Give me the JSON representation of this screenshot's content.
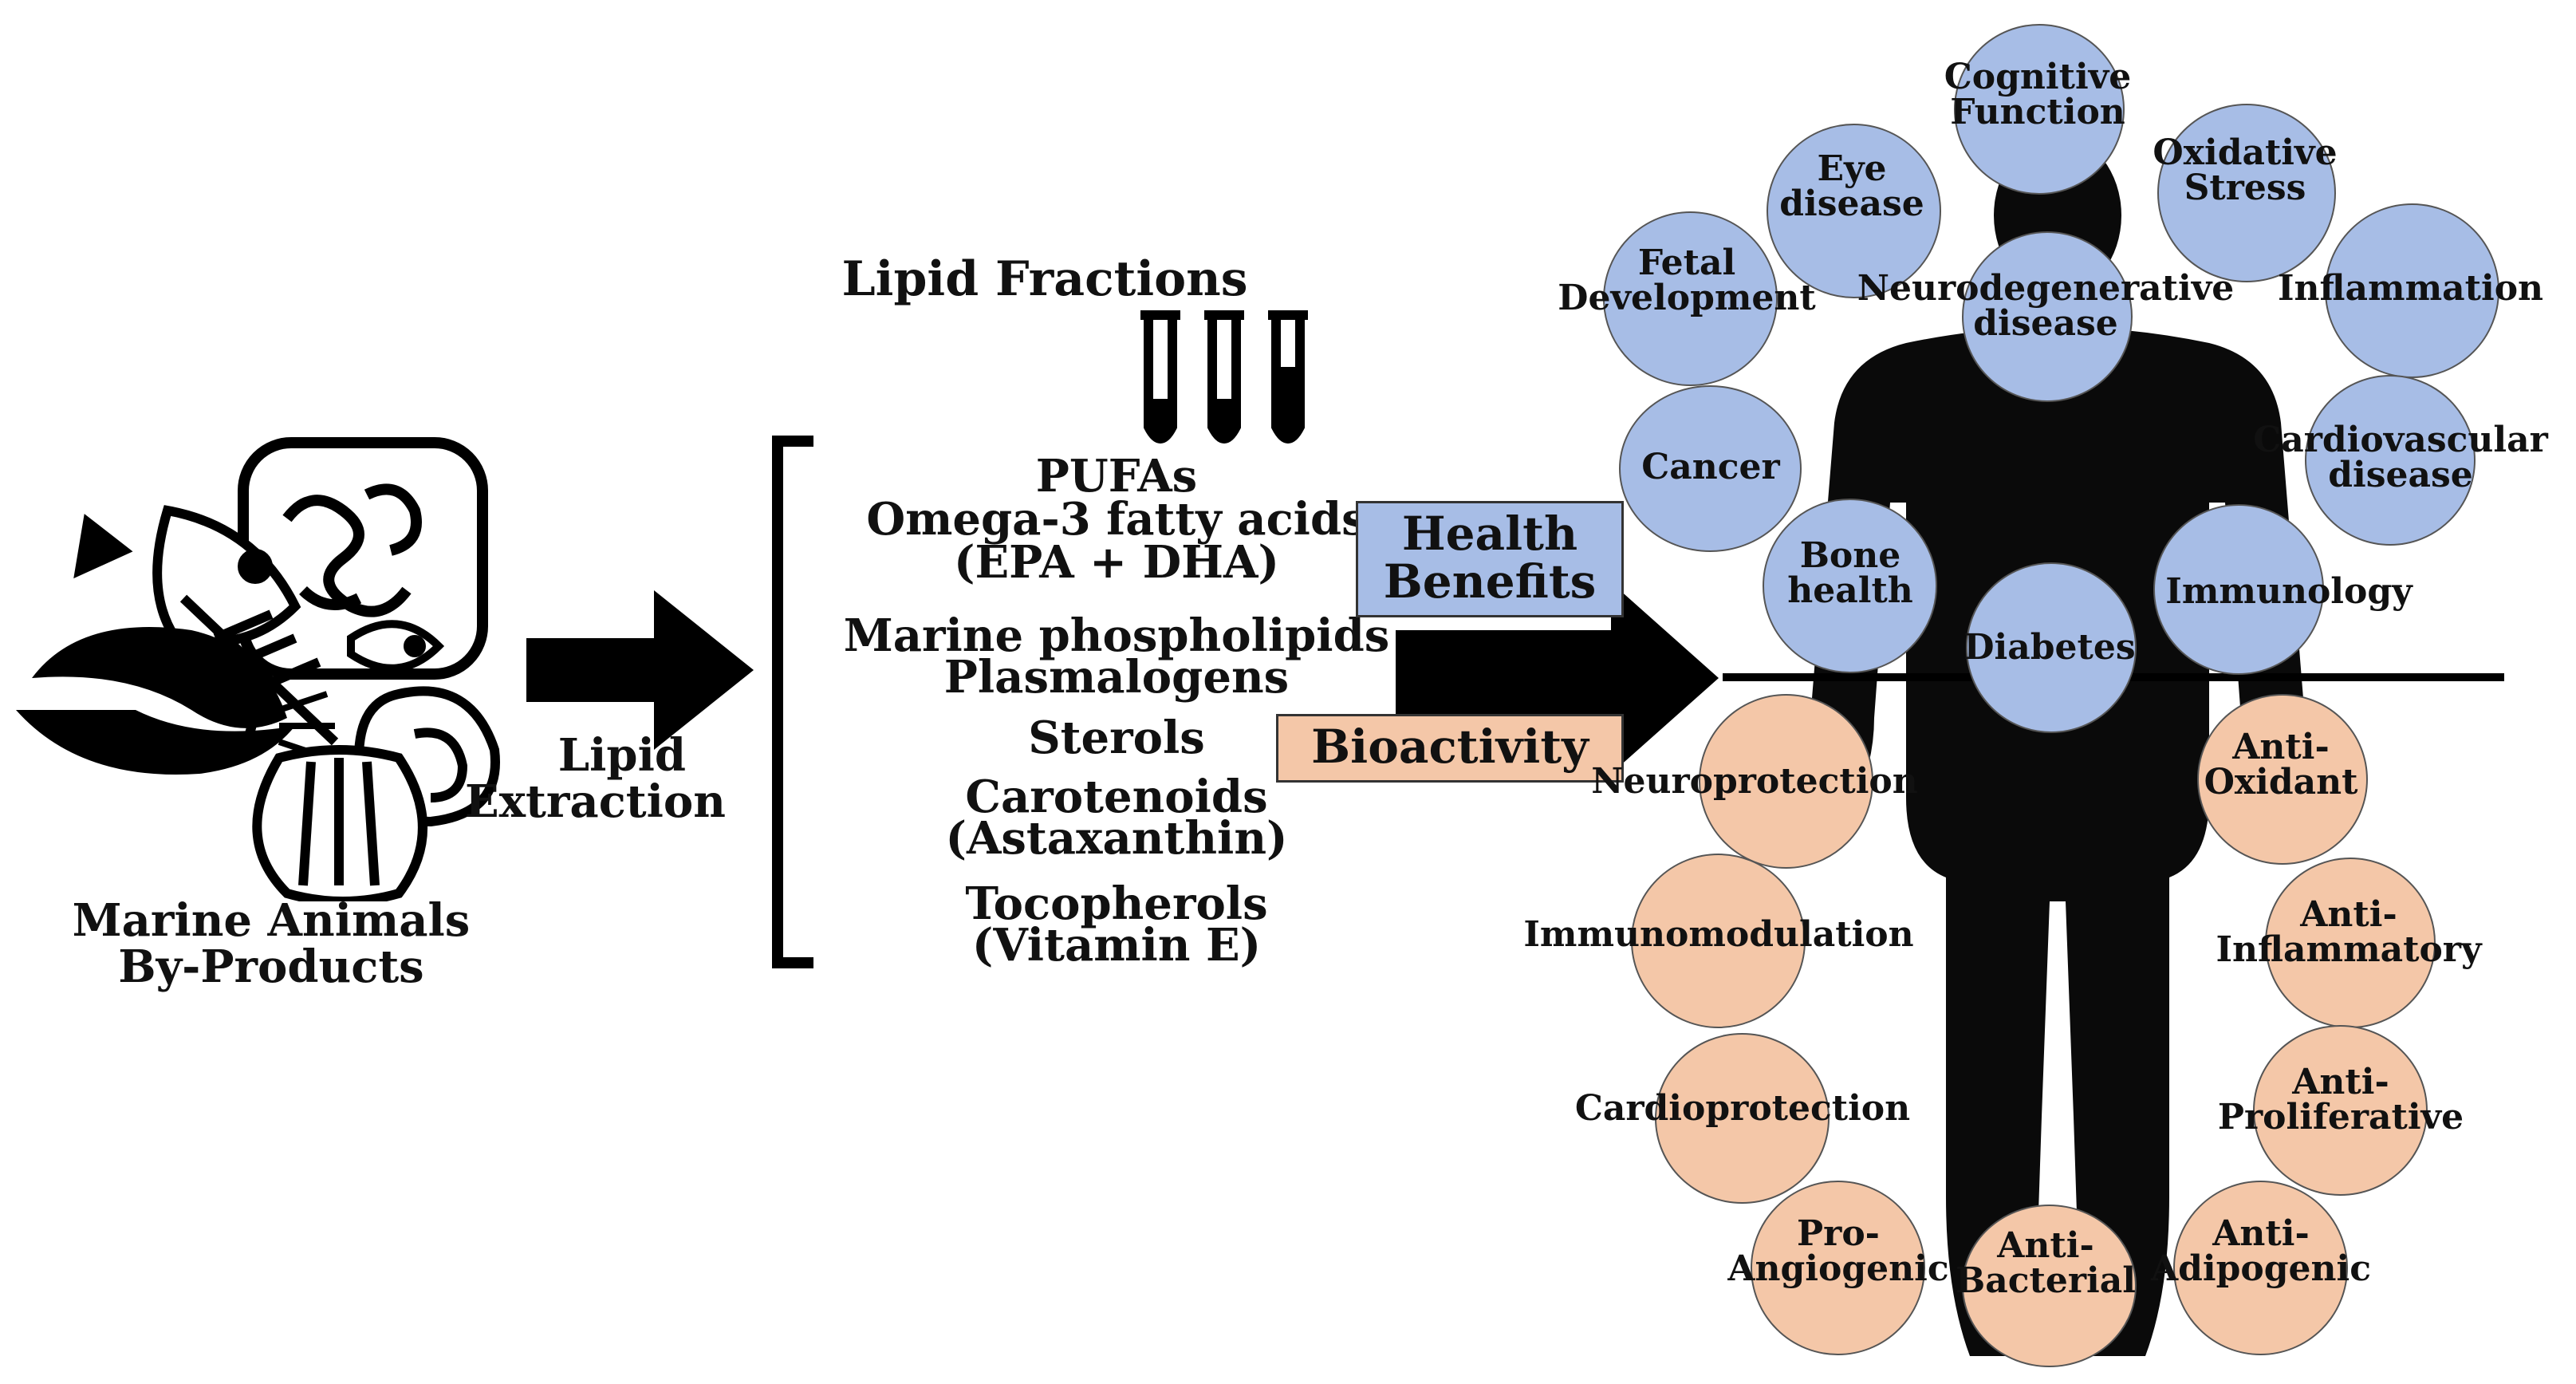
{
  "source": {
    "label_line1": "Marine Animals",
    "label_line2": "By-Products"
  },
  "extraction": {
    "label_line1": "Lipid",
    "label_line2": "Extraction"
  },
  "fractions": {
    "title": "Lipid Fractions",
    "items": [
      "PUFAs",
      "Omega-3 fatty acids",
      "(EPA + DHA)",
      "Marine phospholipids",
      "Plasmalogens",
      "Sterols",
      "Carotenoids",
      "(Astaxanthin)",
      "Tocopherols",
      "(Vitamin E)"
    ]
  },
  "boxes": {
    "health_line1": "Health",
    "health_line2": "Benefits",
    "bioactivity": "Bioactivity"
  },
  "health_benefits": [
    {
      "line1": "Cognitive",
      "line2": "Function"
    },
    {
      "line1": "Eye",
      "line2": "disease"
    },
    {
      "line1": "Oxidative",
      "line2": "Stress"
    },
    {
      "line1": "Fetal",
      "line2": "Development"
    },
    {
      "line1": "Neurodegenerative",
      "line2": "disease"
    },
    {
      "line1": "Inflammation",
      "line2": ""
    },
    {
      "line1": "Cancer",
      "line2": ""
    },
    {
      "line1": "Cardiovascular",
      "line2": "disease"
    },
    {
      "line1": "Bone",
      "line2": "health"
    },
    {
      "line1": "Immunology",
      "line2": ""
    },
    {
      "line1": "Diabetes",
      "line2": ""
    }
  ],
  "bioactivities": [
    {
      "line1": "Neuroprotection",
      "line2": ""
    },
    {
      "line1": "Anti-",
      "line2": "Oxidant"
    },
    {
      "line1": "Immunomodulation",
      "line2": ""
    },
    {
      "line1": "Anti-",
      "line2": "Inflammatory"
    },
    {
      "line1": "Cardioprotection",
      "line2": ""
    },
    {
      "line1": "Anti-",
      "line2": "Proliferative"
    },
    {
      "line1": "Pro-",
      "line2": "Angiogenic"
    },
    {
      "line1": "Anti-",
      "line2": "Bacterial"
    },
    {
      "line1": "Anti-",
      "line2": "Adipogenic"
    }
  ],
  "colors": {
    "health": "#a7bde6",
    "bioactivity": "#f4c7a8",
    "silhouette": "#0a0a0a"
  }
}
